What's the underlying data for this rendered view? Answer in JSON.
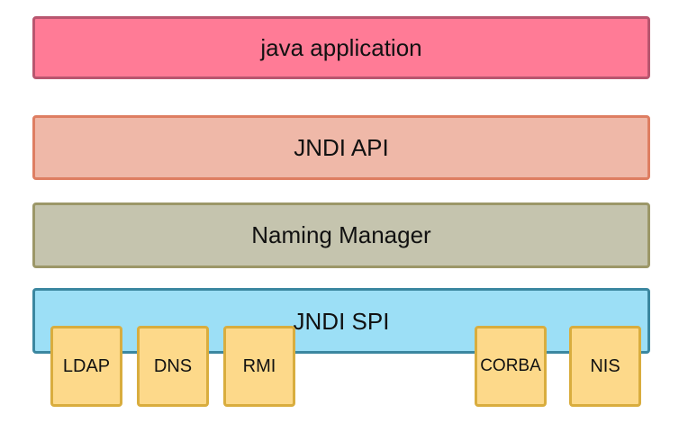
{
  "diagram": {
    "layers": {
      "application": "java application",
      "api": "JNDI API",
      "manager": "Naming Manager",
      "spi": "JNDI SPI"
    },
    "providers": [
      "LDAP",
      "DNS",
      "RMI",
      "CORBA",
      "NIS"
    ],
    "colors": {
      "application_fill": "#ff7b96",
      "application_border": "#b8566f",
      "api_fill": "#efb8a8",
      "api_border": "#de7e62",
      "manager_fill": "#c5c4ae",
      "manager_border": "#9c9768",
      "spi_fill": "#9cdff6",
      "spi_border": "#3b87a0",
      "provider_fill": "#fdd98a",
      "provider_border": "#d9ad3e"
    }
  }
}
